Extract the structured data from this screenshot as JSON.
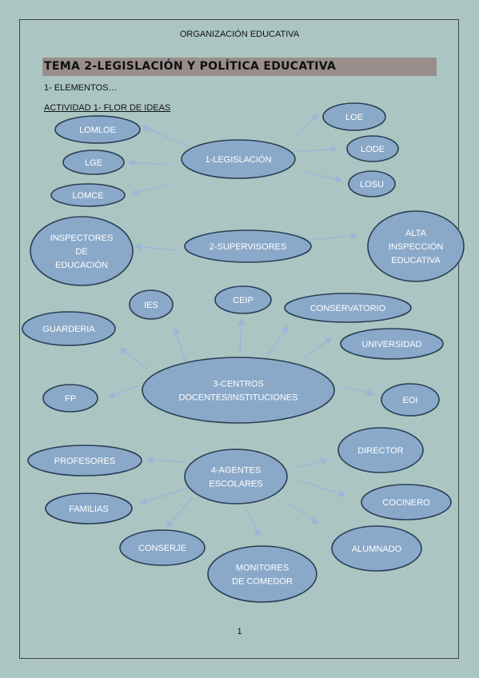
{
  "header": "ORGANIZACIÓN EDUCATIVA",
  "title": "TEMA 2-LEGISLACIÓN Y POLÍTICA EDUCATIVA",
  "section": "1- ELEMENTOS…",
  "activity": "ACTIVIDAD 1- FLOR DE IDEAS",
  "page_number": "1",
  "colors": {
    "bubble_fill": "#8aa9c9",
    "bubble_stroke": "#2a3d55",
    "arrow": "#9bb7d6",
    "background": "#abc6c2"
  },
  "nodes": {
    "legislacion": [
      "1-LEGISLACIÓN"
    ],
    "lomloe": [
      "LOMLOE"
    ],
    "lge": [
      "LGE"
    ],
    "lomce": [
      "LOMCE"
    ],
    "loe": [
      "LOE"
    ],
    "lode": [
      "LODE"
    ],
    "losu": [
      "LOSU"
    ],
    "supervisores": [
      "2-SUPERVISORES"
    ],
    "inspectores": [
      "INSPECTORES",
      "DE",
      "EDUCACIÓN"
    ],
    "alta": [
      "ALTA",
      "INSPECCIÓN",
      "EDUCATIVA"
    ],
    "centros": [
      "3-CENTROS",
      "DOCENTES/INSTITUCIONES"
    ],
    "ies": [
      "IES"
    ],
    "ceip": [
      "CEIP"
    ],
    "conservatorio": [
      "CONSERVATORIO"
    ],
    "guarderia": [
      "GUARDERIA"
    ],
    "universidad": [
      "UNIVERSIDAD"
    ],
    "fp": [
      "FP"
    ],
    "eoi": [
      "EOI"
    ],
    "agentes": [
      "4-AGENTES",
      "ESCOLARES"
    ],
    "director": [
      "DIRECTOR"
    ],
    "profesores": [
      "PROFESORES"
    ],
    "cocinero": [
      "COCINERO"
    ],
    "familias": [
      "FAMILIAS"
    ],
    "alumnado": [
      "ALUMNADO"
    ],
    "conserje": [
      "CONSERJE"
    ],
    "monitores": [
      "MONITORES",
      "DE COMEDOR"
    ]
  }
}
